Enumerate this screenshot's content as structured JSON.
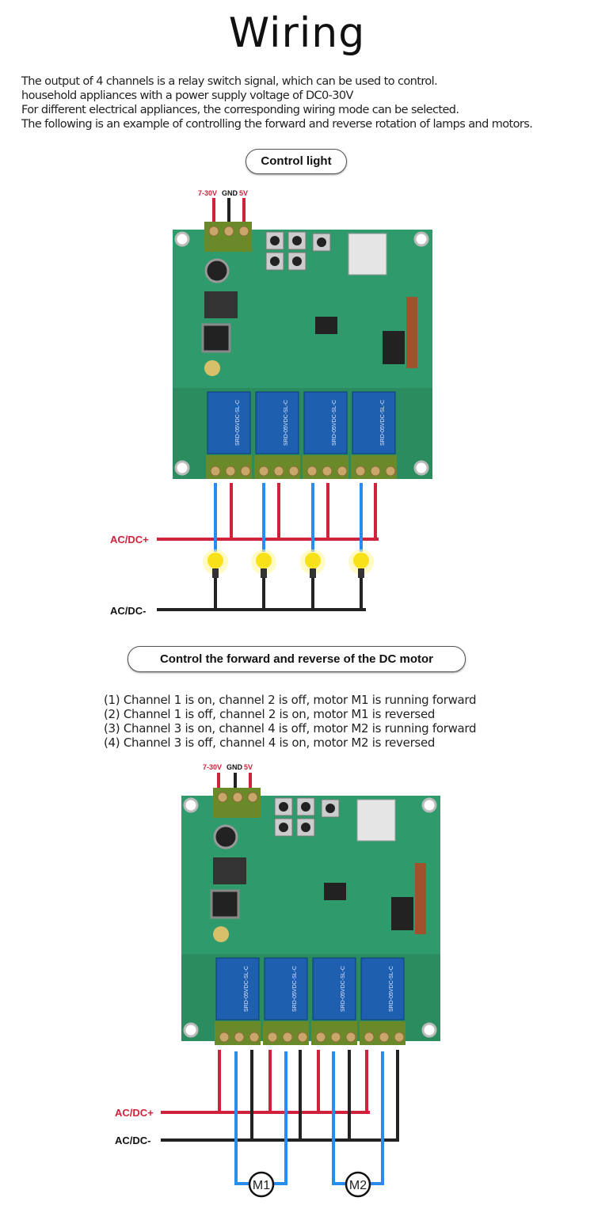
{
  "title": "Wiring",
  "intro": [
    "The output of 4 channels is a relay switch signal, which can be used to control.",
    "household appliances with a power supply voltage of DC0-30V",
    "For different electrical appliances, the corresponding wiring mode can be selected.",
    "The following is an example of controlling the forward and reverse rotation of lamps and motors."
  ],
  "section_light": {
    "heading": "Control light",
    "power_labels": [
      "7-30V",
      "GND",
      "5V"
    ],
    "line_plus": "AC/DC+",
    "line_minus": "AC/DC-"
  },
  "section_motor": {
    "heading": "Control the forward and reverse of the DC motor",
    "steps": [
      "(1) Channel 1 is on, channel 2 is off, motor M1 is running forward",
      "(2) Channel 1 is off, channel 2 is on, motor M1 is reversed",
      "(3) Channel 3 is on, channel 4 is off, motor M2 is running forward",
      "(4) Channel 3 is off, channel 4 is on, motor M2 is reversed"
    ],
    "power_labels": [
      "7-30V",
      "GND",
      "5V"
    ],
    "line_plus": "AC/DC+",
    "line_minus": "AC/DC-",
    "motors": [
      "M1",
      "M2"
    ]
  },
  "relay_marking": "SRD-05VDC-SL-C",
  "colors": {
    "red": "#d0223a",
    "blue": "#2b8cf0",
    "black": "#222222",
    "pcb": "#2f9a6b",
    "relay": "#1f5fb0",
    "terminal": "#6a8a2a",
    "bulb": "#f7e21a"
  }
}
